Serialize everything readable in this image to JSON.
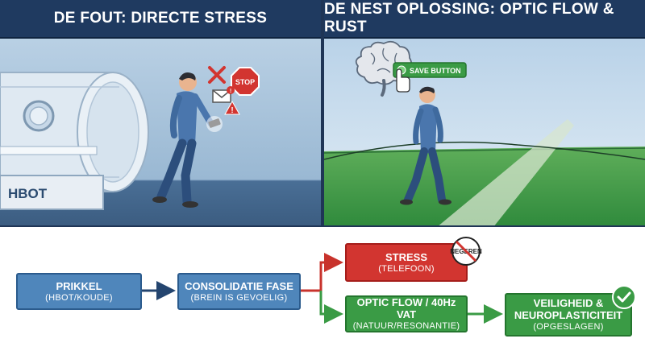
{
  "colors": {
    "header_bg": "#1f3a60",
    "blue_box": "#4f86bb",
    "red_box": "#d23530",
    "green_box": "#3a9b45",
    "arrow_blue": "#24456f",
    "arrow_red": "#c8332c",
    "arrow_green": "#3a9b45"
  },
  "left": {
    "header": "DE FOUT: DIRECTE STRESS",
    "chamber_label": "HBOT",
    "stop_sign": "STOP"
  },
  "right": {
    "header": "DE NEST OPLOSSING: OPTIC FLOW & RUST",
    "save_button": "SAVE BUTTON"
  },
  "flow": {
    "prikkel": {
      "title": "PRIKKEL",
      "sub": "(HBOT/KOUDE)"
    },
    "consolidatie": {
      "title": "CONSOLIDATIE FASE",
      "sub": "(BREIN IS GEVOELIG)"
    },
    "stress": {
      "title": "STRESS",
      "sub": "(TELEFOON)",
      "badge": "NEGEREN"
    },
    "optic": {
      "title": "OPTIC FLOW / 40Hz VAT",
      "sub": "(NATUUR/RESONANTIE)"
    },
    "veiligheid": {
      "title1": "VEILIGHEID &",
      "title2": "NEUROPLASTICITEIT",
      "sub": "(OPGESLAGEN)"
    }
  }
}
